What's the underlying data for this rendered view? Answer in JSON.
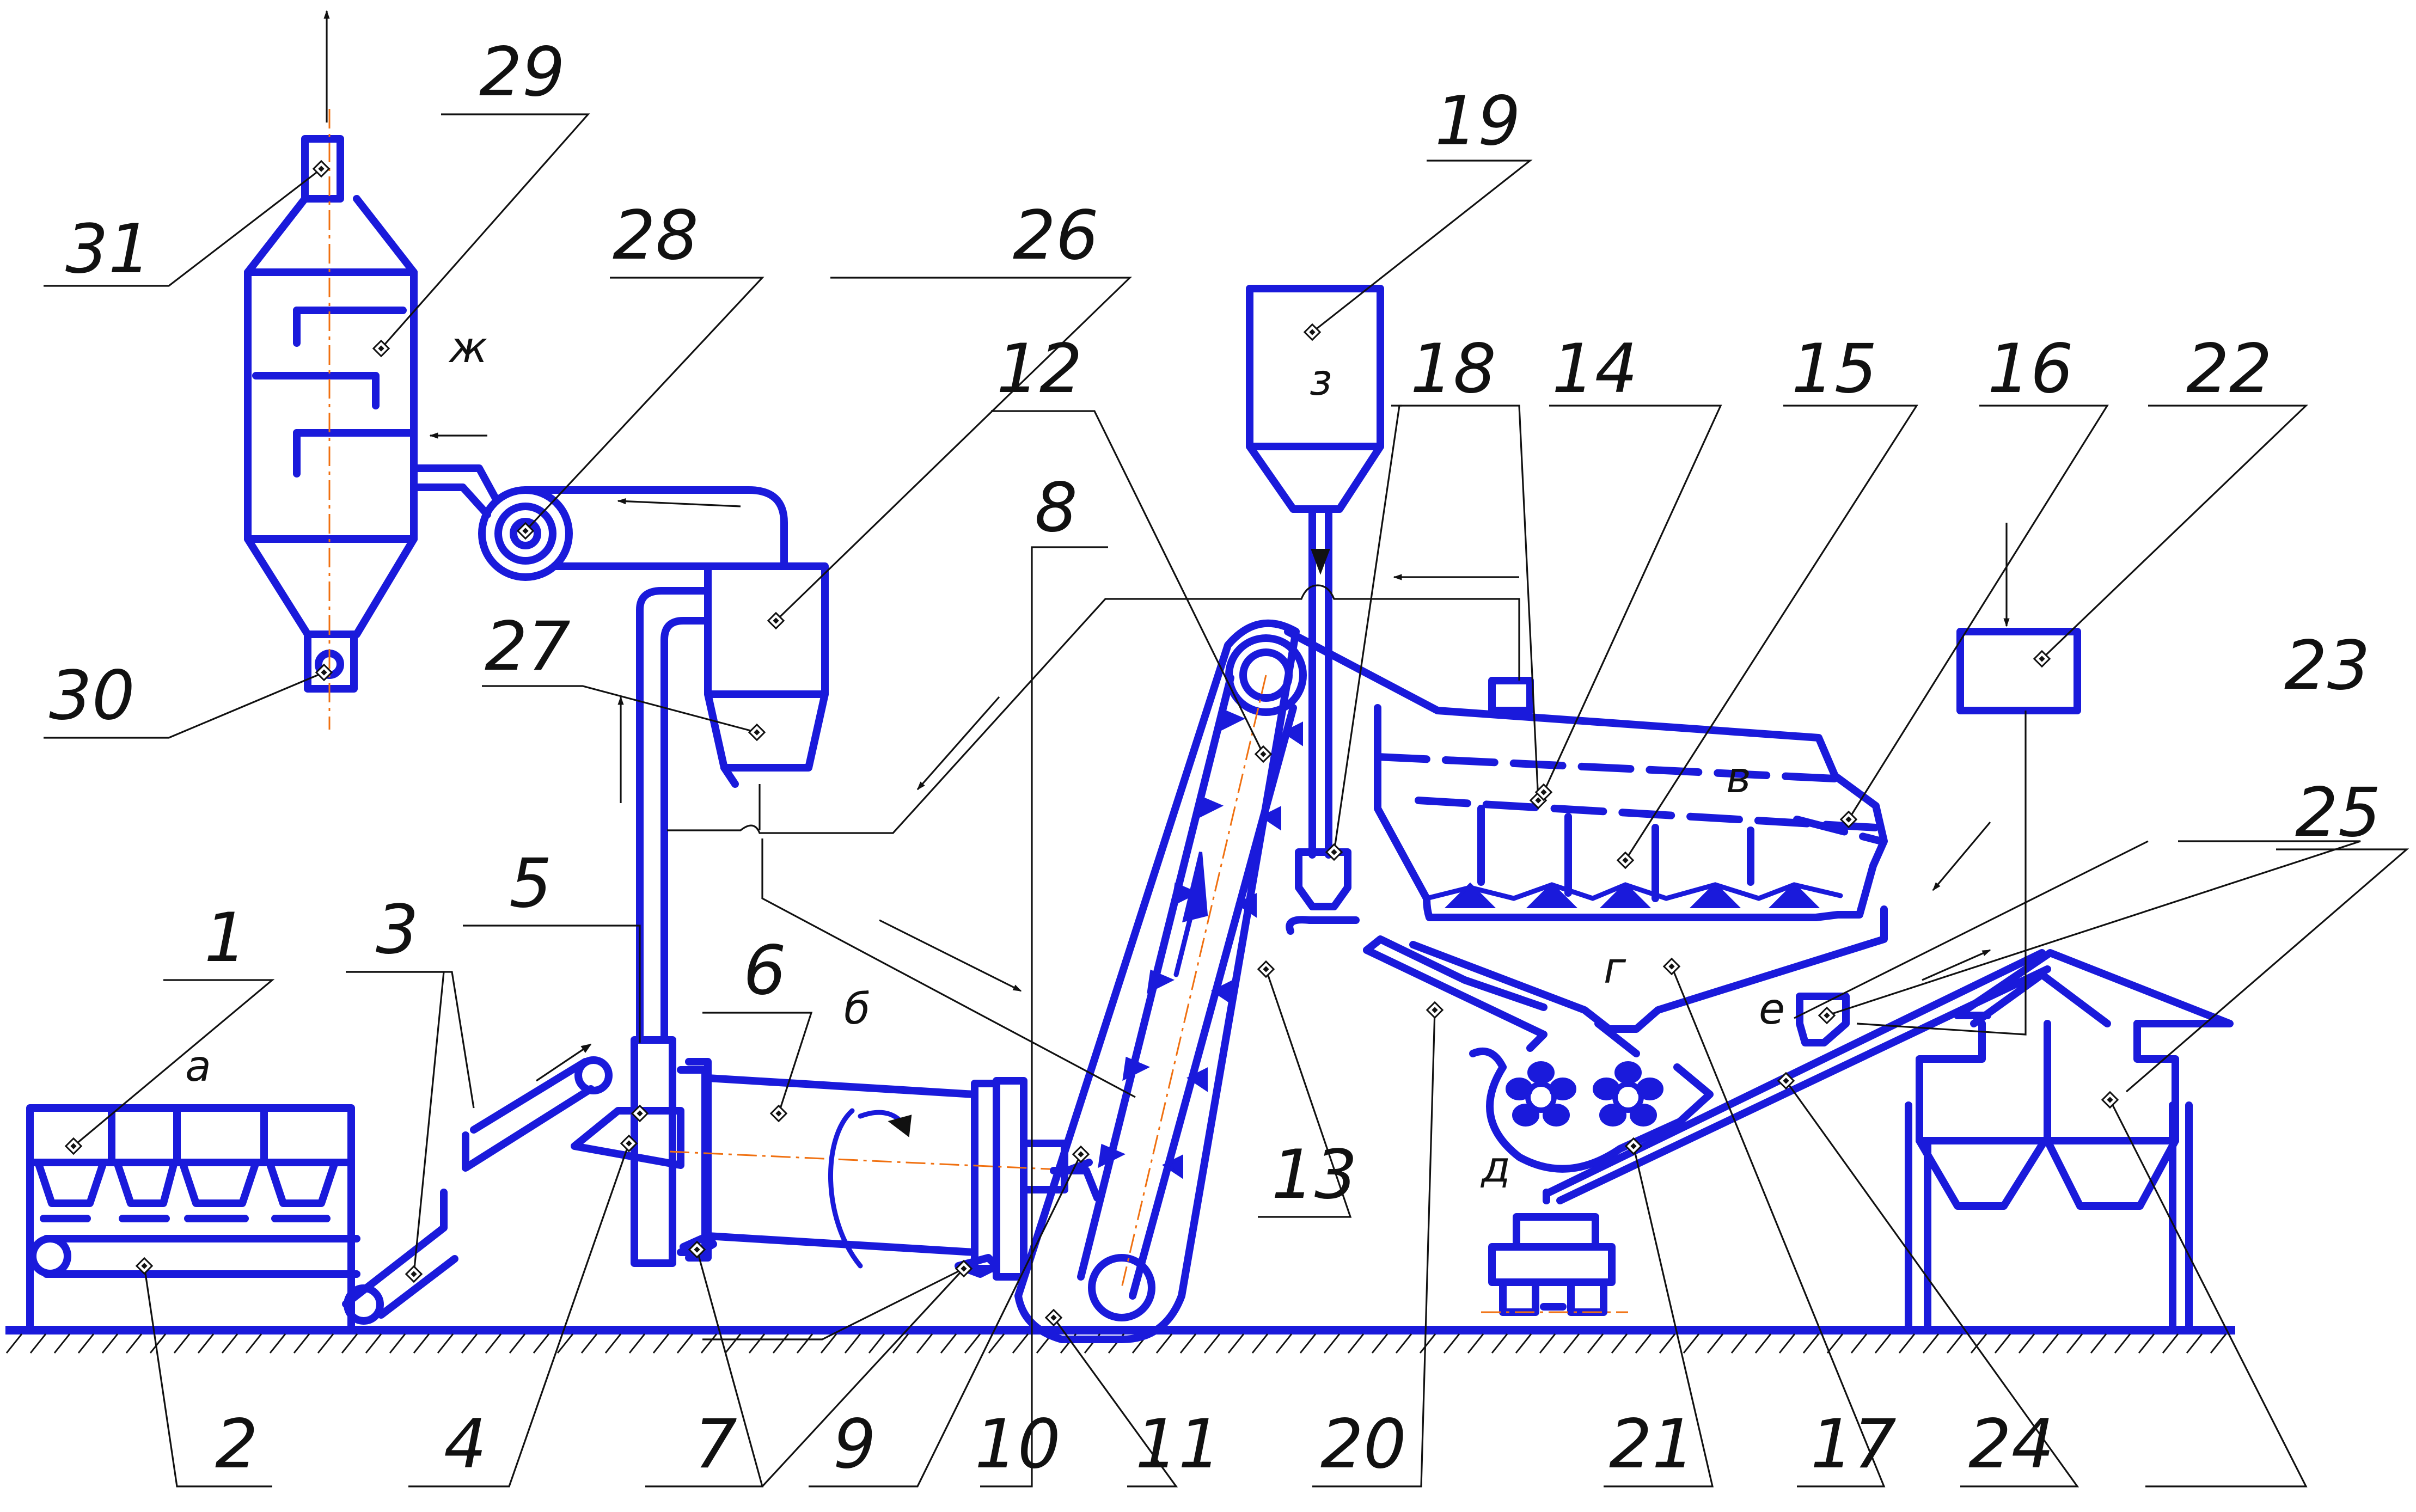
{
  "labels": {
    "l1": "1",
    "l2": "2",
    "l3": "3",
    "l4": "4",
    "l5": "5",
    "l6": "6",
    "l7": "7",
    "l8": "8",
    "l9": "9",
    "l10": "10",
    "l11": "11",
    "l12": "12",
    "l13": "13",
    "l14": "14",
    "l15": "15",
    "l16": "16",
    "l17": "17",
    "l18": "18",
    "l19": "19",
    "l20": "20",
    "l21": "21",
    "l22": "22",
    "l23": "23",
    "l24": "24",
    "l25": "25",
    "l26": "26",
    "l27": "27",
    "l28": "28",
    "l29": "29",
    "l30": "30",
    "l31": "31"
  },
  "zones": {
    "a": "а",
    "b": "б",
    "v": "в",
    "g": "г",
    "d": "д",
    "e": "е",
    "zh": "ж",
    "z": "з"
  },
  "colors": {
    "equipment": "#1a1adb",
    "axis": "#f07010",
    "leader": "#111111"
  }
}
